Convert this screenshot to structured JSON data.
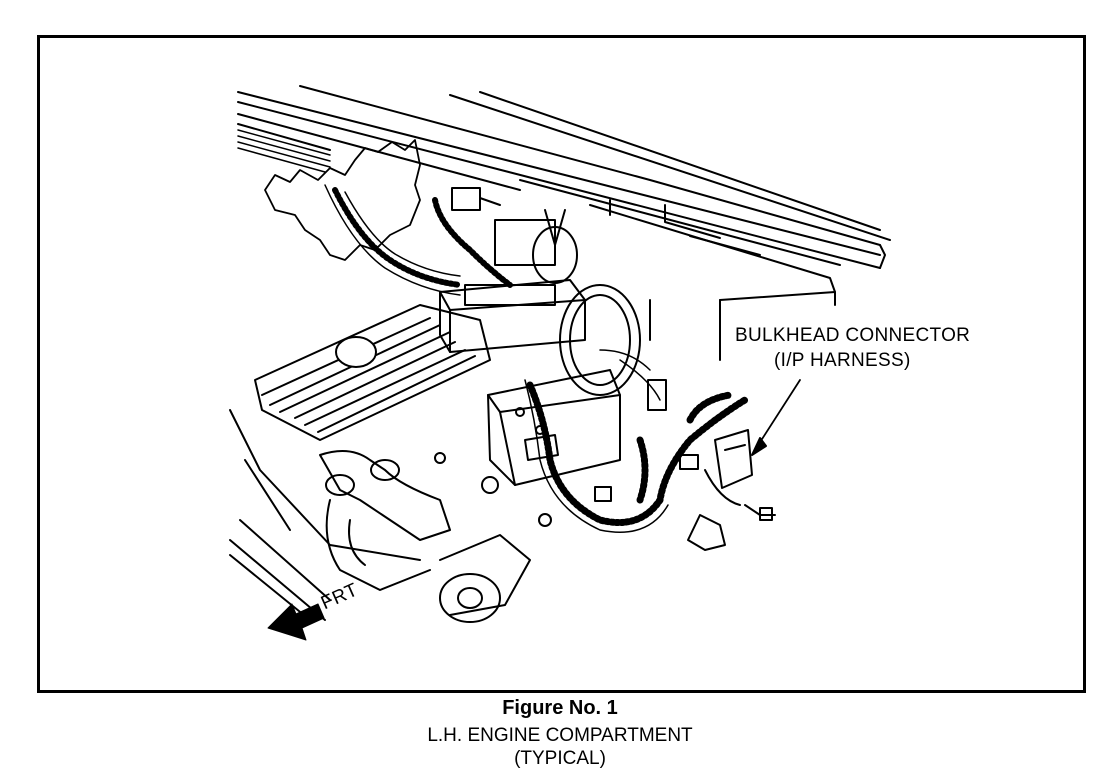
{
  "callout": {
    "line1": "BULKHEAD CONNECTOR",
    "line2": "(I/P HARNESS)"
  },
  "direction": {
    "label": "FRT"
  },
  "caption": {
    "title": "Figure No. 1",
    "subtitle": "L.H. ENGINE COMPARTMENT",
    "note": "(TYPICAL)"
  },
  "icons": [
    "front-direction-arrow-icon",
    "callout-leader-arrow"
  ]
}
